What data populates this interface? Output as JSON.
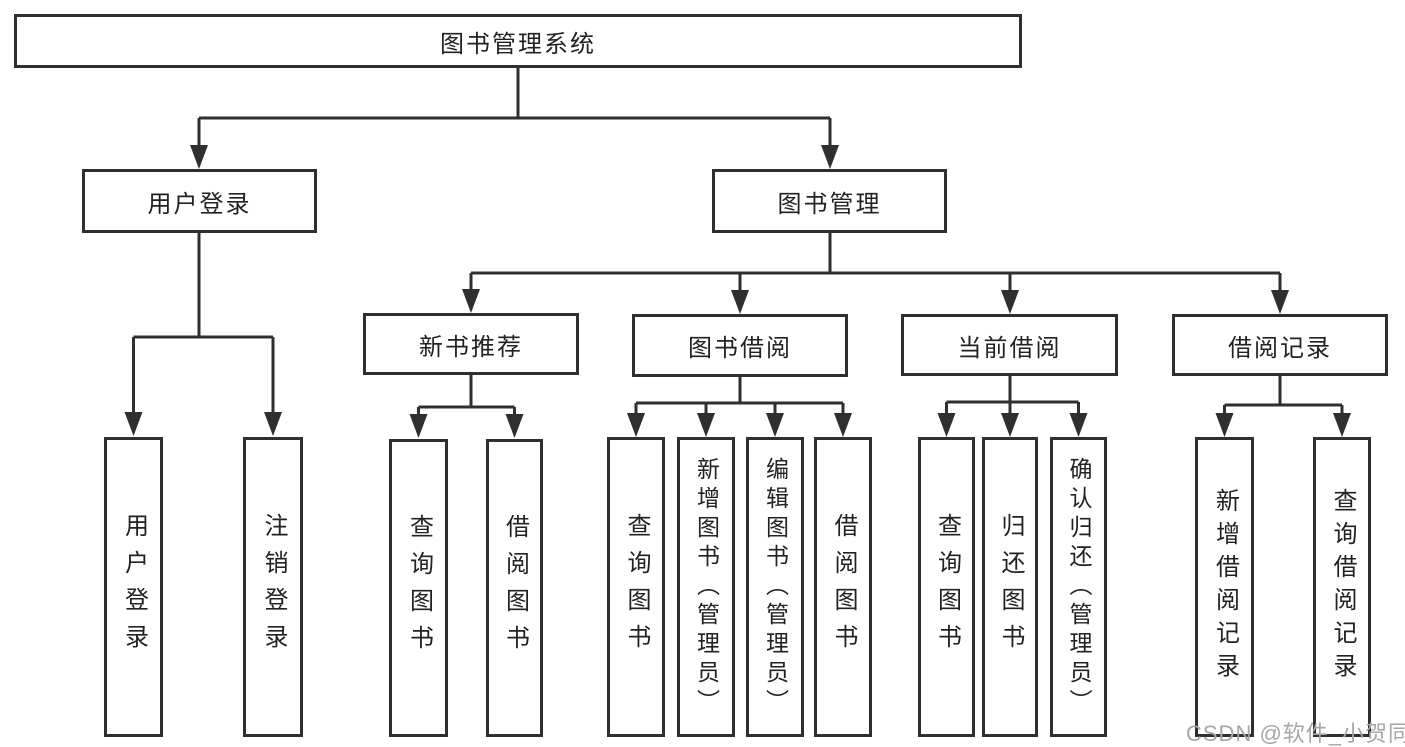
{
  "diagram": {
    "root": {
      "label": "图书管理系统"
    },
    "branches": [
      {
        "label": "用户登录",
        "children": [
          {
            "label": "用户登录"
          },
          {
            "label": "注销登录"
          }
        ]
      },
      {
        "label": "图书管理",
        "children": [
          {
            "label": "新书推荐",
            "children": [
              {
                "label": "查询图书"
              },
              {
                "label": "借阅图书"
              }
            ]
          },
          {
            "label": "图书借阅",
            "children": [
              {
                "label": "查询图书"
              },
              {
                "label": "新增图书（管理员）"
              },
              {
                "label": "编辑图书（管理员）"
              },
              {
                "label": "借阅图书"
              }
            ]
          },
          {
            "label": "当前借阅",
            "children": [
              {
                "label": "查询图书"
              },
              {
                "label": "归还图书"
              },
              {
                "label": "确认归还（管理员）"
              }
            ]
          },
          {
            "label": "借阅记录",
            "children": [
              {
                "label": "新增借阅记录"
              },
              {
                "label": "查询借阅记录"
              }
            ]
          }
        ]
      }
    ],
    "colors": {
      "line": "#2f2f2f",
      "box_border": "#2f2f2f",
      "text": "#222222",
      "watermark": "#a6a6a6",
      "background": "#ffffff"
    },
    "watermark": "CSDN @软件_小贺同学"
  }
}
